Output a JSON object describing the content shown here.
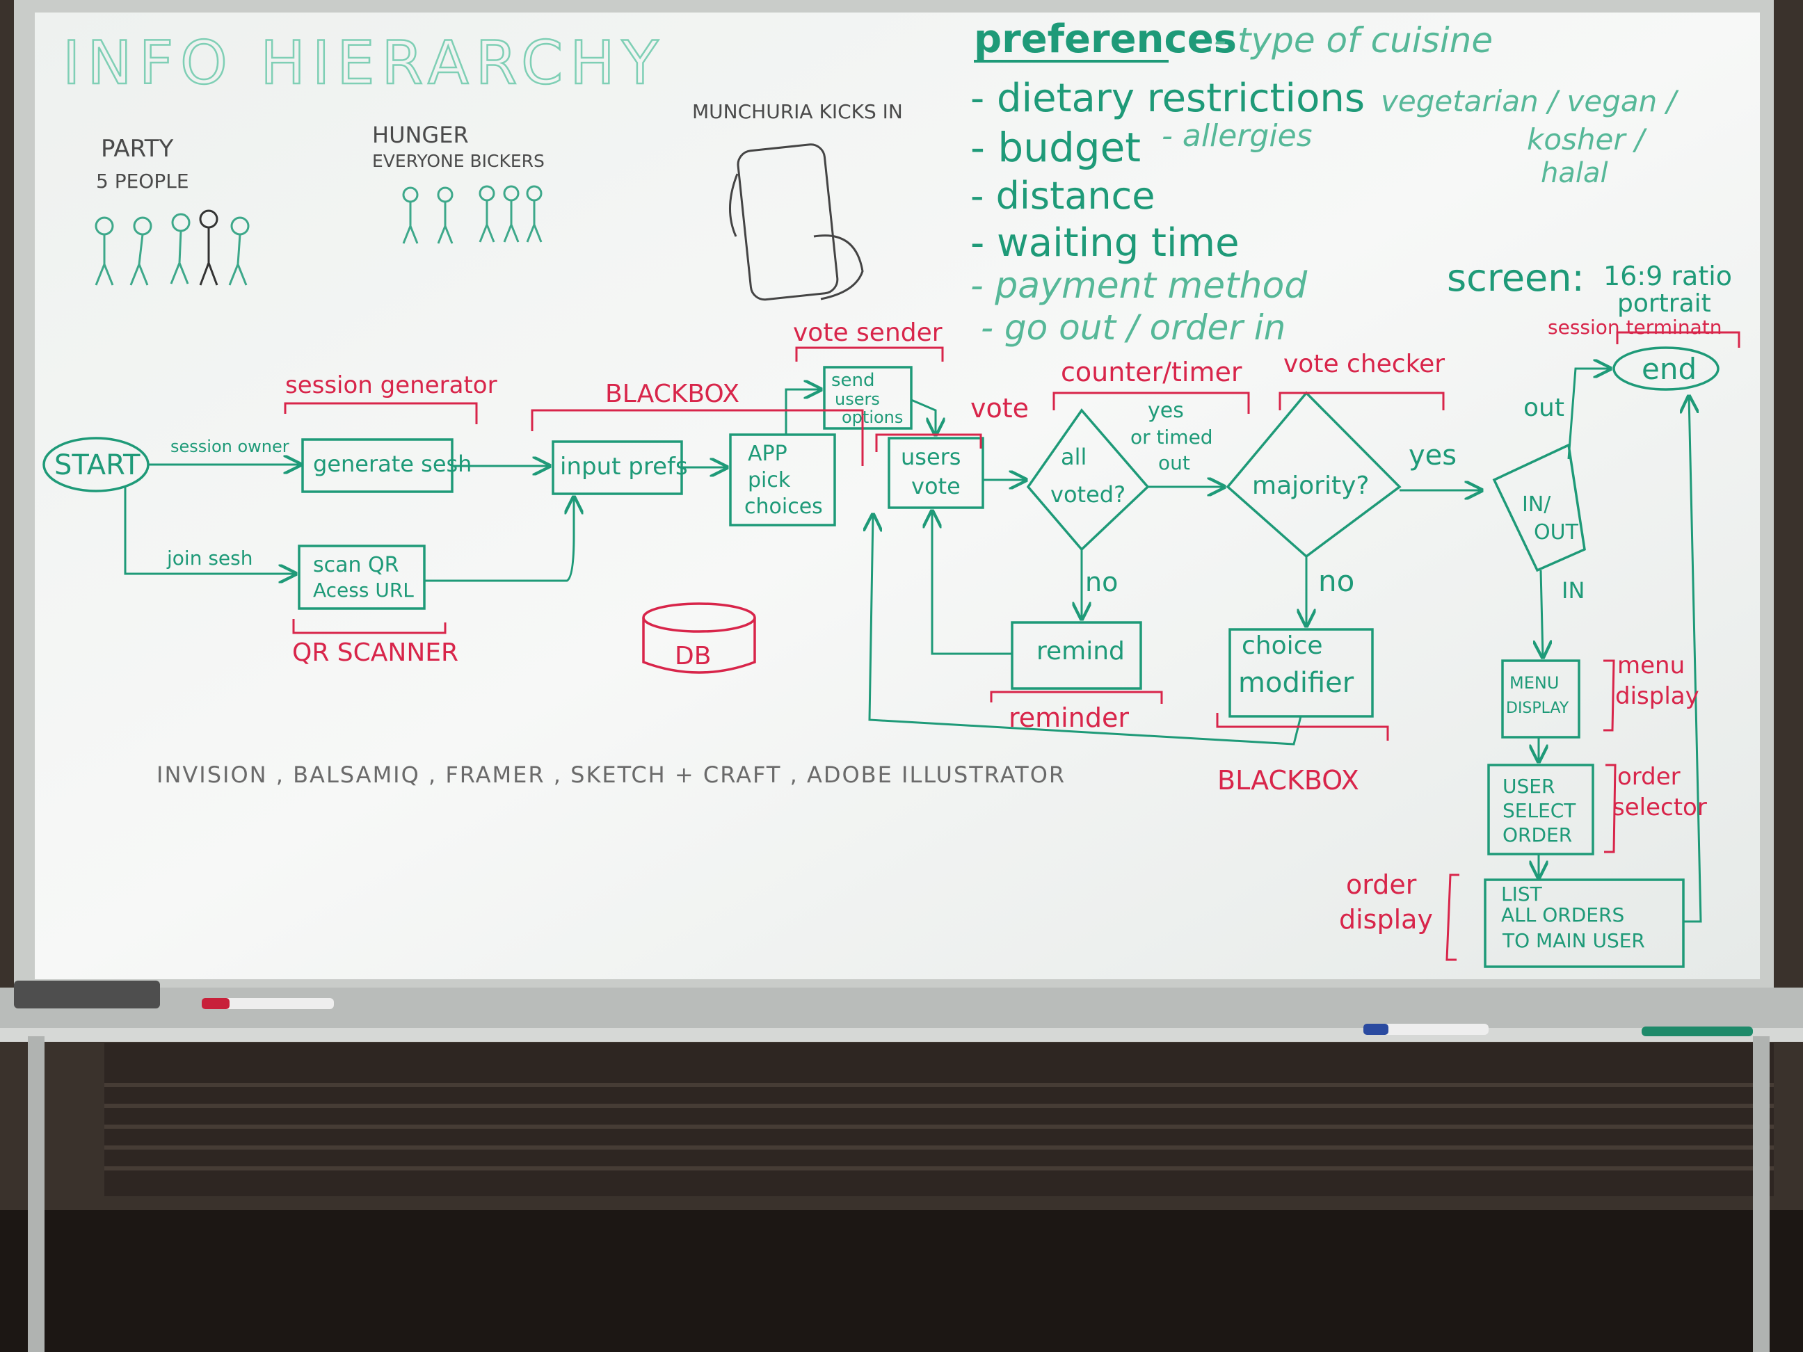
{
  "board": {
    "title": "INFO HIERARCHY",
    "party": {
      "line1": "PARTY",
      "line2": "5 PEOPLE"
    },
    "hunger": {
      "line1": "HUNGER",
      "line2": "EVERYONE BICKERS"
    },
    "munchuria": "MUNCHURIA KICKS IN",
    "preferences": {
      "heading": "preferences",
      "cuisine": "- type of cuisine",
      "dietary": "- dietary restrictions",
      "dietary_options": "vegetarian / vegan /",
      "dietary_options2": "kosher /",
      "dietary_options3": "halal",
      "allergies": "- allergies",
      "budget": "- budget",
      "distance": "- distance",
      "waiting": "- waiting time",
      "payment": "- payment method",
      "goout": "- go out / order in"
    },
    "screen": {
      "label": "screen:",
      "ratio": "16:9 ratio",
      "orientation": "portrait"
    },
    "flow": {
      "start": "START",
      "session_owner": "session owner",
      "join_sesh": "join sesh",
      "session_generator": "session generator",
      "generate_sesh": "generate sesh",
      "scan_qr_1": "scan QR",
      "scan_qr_2": "Acess URL",
      "qr_scanner": "QR SCANNER",
      "blackbox_top": "BLACKBOX",
      "input_prefs": "input prefs",
      "app_pick_1": "APP",
      "app_pick_2": "pick",
      "app_pick_3": "choices",
      "vote_sender": "vote sender",
      "send_1": "send",
      "send_2": "users",
      "send_3": "options",
      "vote": "vote",
      "users_vote_1": "users",
      "users_vote_2": "vote",
      "counter_timer": "counter/timer",
      "all_voted_1": "all",
      "all_voted_2": "voted?",
      "yes_timed_1": "yes",
      "yes_timed_2": "or timed",
      "yes_timed_3": "out",
      "no_1": "no",
      "remind": "remind",
      "reminder": "reminder",
      "vote_checker": "vote checker",
      "majority": "majority?",
      "yes_2": "yes",
      "no_2": "no",
      "choice_1": "choice",
      "choice_2": "modifier",
      "blackbox_bottom": "BLACKBOX",
      "db": "DB",
      "out": "out",
      "in": "IN",
      "inout_1": "IN/",
      "inout_2": "OUT",
      "session_termination": "session terminatn",
      "end": "end",
      "menu_1": "MENU",
      "menu_2": "DISPLAY",
      "menu_label_1": "menu",
      "menu_label_2": "display",
      "user_select_1": "USER",
      "user_select_2": "SELECT",
      "user_select_3": "ORDER",
      "order_selector_1": "order",
      "order_selector_2": "selector",
      "list_1": "LIST",
      "list_2": "ALL ORDERS",
      "list_3": "TO MAIN USER",
      "order_display_1": "order",
      "order_display_2": "display"
    },
    "tools": "INVISION , BALSAMIQ , FRAMER , SKETCH + CRAFT , ADOBE ILLUSTRATOR"
  },
  "colors": {
    "green": "#1e9a78",
    "red": "#d8254a",
    "black": "#4a4a4a",
    "board": "#f4f6f4"
  }
}
